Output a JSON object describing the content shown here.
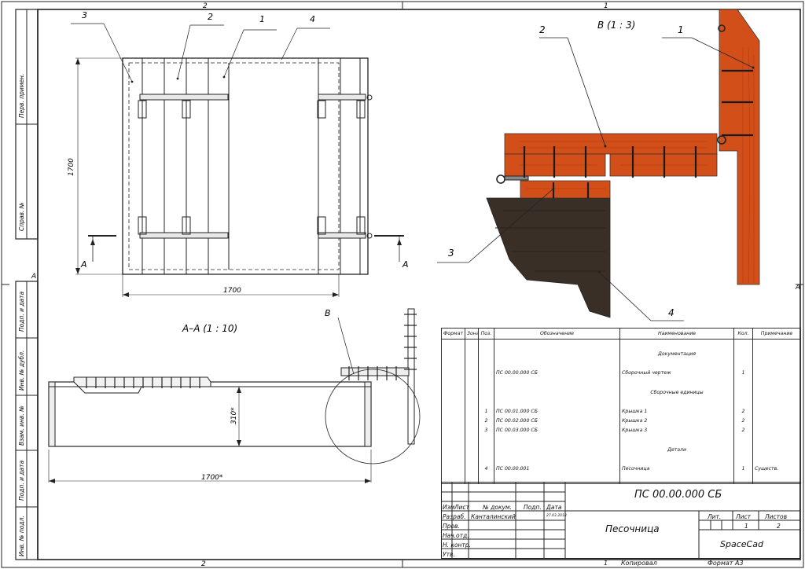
{
  "sheet": {
    "frame_marks": {
      "top_left_2": "2",
      "top_right_1": "1",
      "bottom_left_2": "2",
      "bottom_right_1": "1",
      "left_a": "A",
      "right_a": "A"
    },
    "side_strip": {
      "upper": [
        "Перв. примен.",
        "Справ. №"
      ],
      "lower": [
        "Подп. и дата",
        "Инв. № дубл.",
        "Взам. инв. №",
        "Подп. и дата",
        "Инв. № подл."
      ]
    }
  },
  "plan_view": {
    "callouts": [
      "3",
      "2",
      "1",
      "4"
    ],
    "dim_height": "1700",
    "dim_width": "1700",
    "section_marks": [
      "A",
      "A"
    ]
  },
  "section_view": {
    "title": "А–А (1 : 10)",
    "dim_height": "310*",
    "dim_width": "1700*",
    "detail_mark": "В"
  },
  "detail_view": {
    "title": "В (1 : 3)",
    "callouts": [
      "2",
      "1",
      "3",
      "4"
    ],
    "colors": {
      "wood": "#d24f1a",
      "wood_grain": "#b8400f",
      "soil": "#3a2f27",
      "soil_dark": "#2a221c"
    }
  },
  "spec_table": {
    "headers": [
      "Формат",
      "Зона",
      "Поз.",
      "Обозначение",
      "Наименование",
      "Кол.",
      "Примечание"
    ],
    "rows": [
      {
        "fmt": "",
        "zone": "",
        "pos": "",
        "designation": "",
        "name": "",
        "qty": "",
        "note": ""
      },
      {
        "fmt": "",
        "zone": "",
        "pos": "",
        "designation": "",
        "name": "Документация",
        "qty": "",
        "note": "",
        "section": true
      },
      {
        "fmt": "",
        "zone": "",
        "pos": "",
        "designation": "",
        "name": "",
        "qty": "",
        "note": ""
      },
      {
        "fmt": "",
        "zone": "",
        "pos": "",
        "designation": "ПС 00.00.000 СБ",
        "name": "Сборочный чертеж",
        "qty": "1",
        "note": ""
      },
      {
        "fmt": "",
        "zone": "",
        "pos": "",
        "designation": "",
        "name": "",
        "qty": "",
        "note": ""
      },
      {
        "fmt": "",
        "zone": "",
        "pos": "",
        "designation": "",
        "name": "Сборочные единицы",
        "qty": "",
        "note": "",
        "section": true
      },
      {
        "fmt": "",
        "zone": "",
        "pos": "",
        "designation": "",
        "name": "",
        "qty": "",
        "note": ""
      },
      {
        "fmt": "",
        "zone": "",
        "pos": "1",
        "designation": "ПС 00.01.000 СБ",
        "name": "Крышка 1",
        "qty": "2",
        "note": ""
      },
      {
        "fmt": "",
        "zone": "",
        "pos": "2",
        "designation": "ПС 00.02.000 СБ",
        "name": "Крышка 2",
        "qty": "2",
        "note": ""
      },
      {
        "fmt": "",
        "zone": "",
        "pos": "3",
        "designation": "ПС 00.03.000 СБ",
        "name": "Крышка 3",
        "qty": "2",
        "note": ""
      },
      {
        "fmt": "",
        "zone": "",
        "pos": "",
        "designation": "",
        "name": "",
        "qty": "",
        "note": ""
      },
      {
        "fmt": "",
        "zone": "",
        "pos": "",
        "designation": "",
        "name": "Детали",
        "qty": "",
        "note": "",
        "section": true
      },
      {
        "fmt": "",
        "zone": "",
        "pos": "",
        "designation": "",
        "name": "",
        "qty": "",
        "note": ""
      },
      {
        "fmt": "",
        "zone": "",
        "pos": "4",
        "designation": "ПС 00.00.001",
        "name": "Песочница",
        "qty": "1",
        "note": "Существ."
      },
      {
        "fmt": "",
        "zone": "",
        "pos": "",
        "designation": "",
        "name": "",
        "qty": "",
        "note": ""
      }
    ]
  },
  "title_block": {
    "doc_number": "ПС 00.00.000 СБ",
    "product_name": "Песочница",
    "company": "SpaceCad",
    "col_headers": [
      "Изм",
      "Лист",
      "№ докум.",
      "Подп.",
      "Дата"
    ],
    "roles": [
      "Разраб.",
      "Пров.",
      "Нач.отд.",
      "Н. контр.",
      "Утв."
    ],
    "developer": "Канталинский",
    "date": "27.03.2018",
    "lit_header": "Лит.",
    "sheet_header": "Лист",
    "sheets_header": "Листов",
    "sheet_value": "1",
    "sheets_value": "2",
    "copied": "Копировал",
    "format": "Формат А3",
    "bottom_sheet_no": "1"
  }
}
